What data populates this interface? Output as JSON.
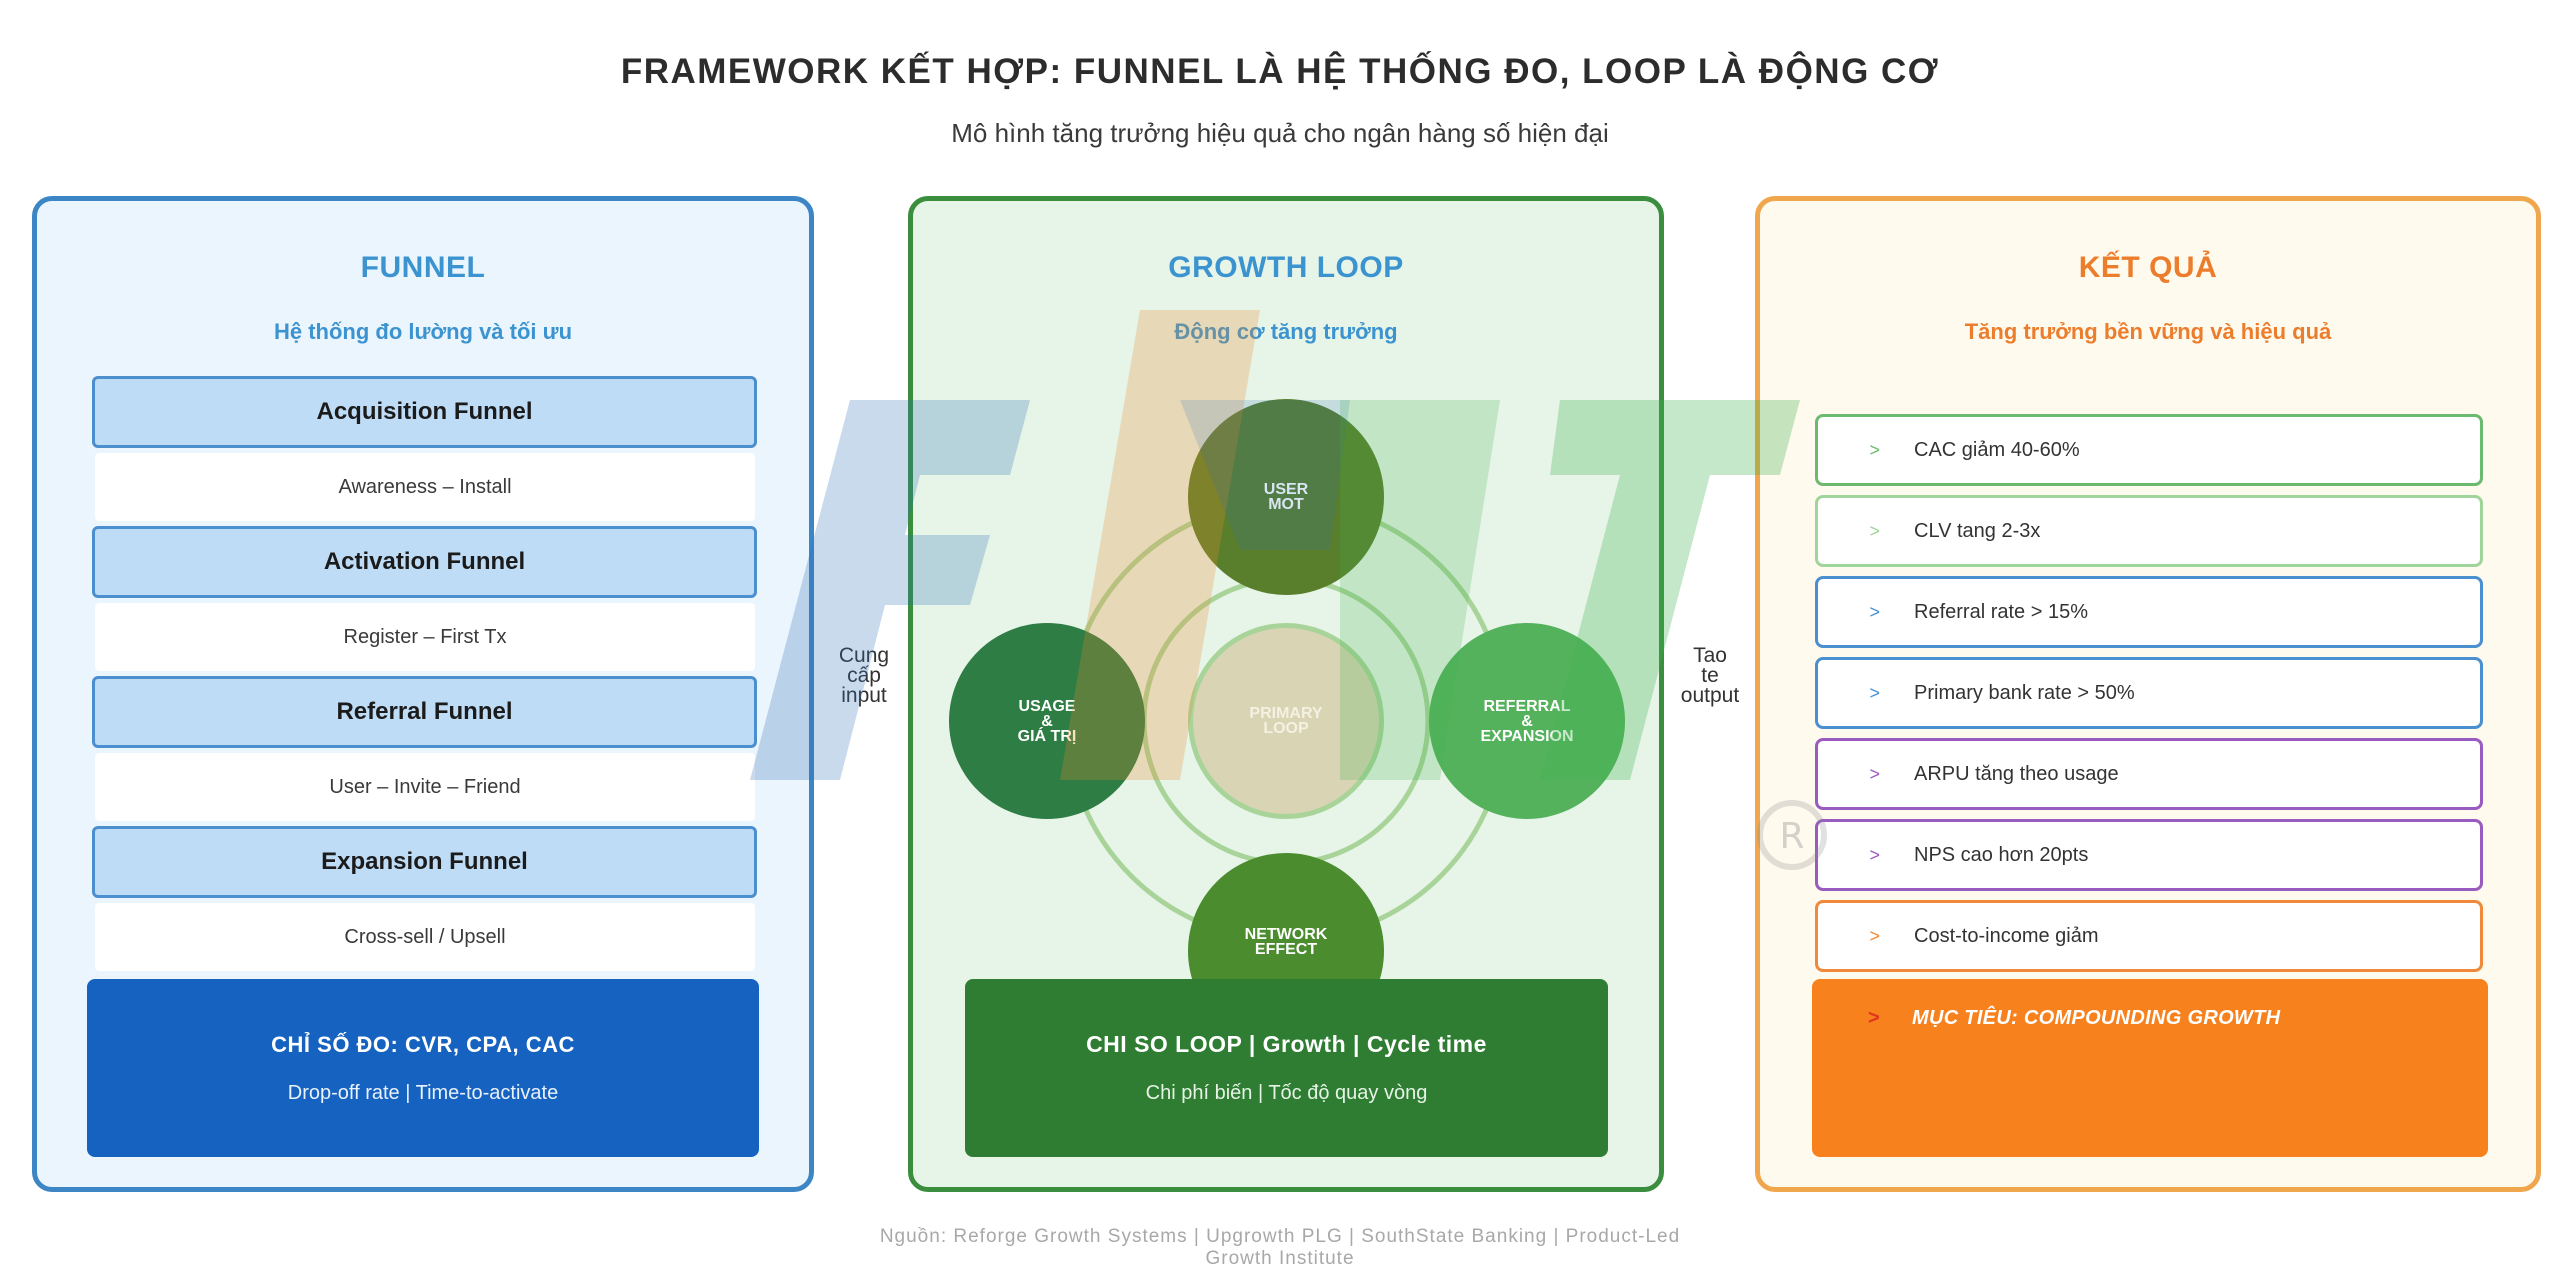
{
  "header": {
    "title": "FRAMEWORK KẾT HỢP: FUNNEL LÀ HỆ THỐNG ĐO, LOOP LÀ ĐỘNG CƠ",
    "subtitle": "Mô hình tăng trưởng hiệu quả cho ngân hàng số hiện đại"
  },
  "funnel": {
    "title": "FUNNEL",
    "subtitle": "Hệ thống đo lường và tối ưu",
    "stages": [
      {
        "name": "Acquisition Funnel",
        "desc": "Awareness – Install"
      },
      {
        "name": "Activation Funnel",
        "desc": "Register – First Tx"
      },
      {
        "name": "Referral Funnel",
        "desc": "User – Invite – Friend"
      },
      {
        "name": "Expansion Funnel",
        "desc": "Cross-sell / Upsell"
      }
    ],
    "metrics_title": "CHỈ SỐ ĐO: CVR, CPA, CAC",
    "metrics_sub": "Drop-off rate | Time-to-activate"
  },
  "connectors": {
    "left": [
      "Cung",
      "cấp",
      "input"
    ],
    "right": [
      "Tao",
      "te",
      "output"
    ]
  },
  "loop": {
    "title": "GROWTH LOOP",
    "subtitle": "Động cơ tăng trưởng",
    "nodes": {
      "top": [
        "USER",
        "MOT"
      ],
      "left": [
        "USAGE",
        "&",
        "GIÁ TRỊ"
      ],
      "center": [
        "PRIMARY",
        "LOOP"
      ],
      "right": [
        "REFERRAL",
        "&",
        "EXPANSION"
      ],
      "bottom": [
        "NETWORK",
        "EFFECT"
      ]
    },
    "colors": {
      "top": "#5a7f2c",
      "left": "#2e7d45",
      "center": "#d9d4b4",
      "right": "#55b25c",
      "bottom": "#4a8c2e",
      "ring": "#a8d49a"
    },
    "metrics_title": "CHI SO LOOP | Growth | Cycle time",
    "metrics_sub": "Chi phí biến | Tốc độ quay vòng"
  },
  "result": {
    "title": "KẾT QUẢ",
    "subtitle": "Tăng trưởng bền vững và hiệu quả",
    "items": [
      {
        "text": "CAC giảm 40-60%",
        "color": "#6cba6f"
      },
      {
        "text": "CLV tang 2-3x",
        "color": "#9fd49a"
      },
      {
        "text": "Referral rate > 15%",
        "color": "#4a8fd0"
      },
      {
        "text": "Primary bank rate > 50%",
        "color": "#4a8fd0"
      },
      {
        "text": "ARPU tăng theo usage",
        "color": "#9a5bc0"
      },
      {
        "text": "NPS cao hơn 20pts",
        "color": "#9a5bc0"
      },
      {
        "text": "Cost-to-income giảm",
        "color": "#f08a3a"
      }
    ],
    "arrow": ">",
    "target": "MỤC TIÊU: COMPOUNDING GROWTH"
  },
  "source": {
    "line1": "Nguồn: Reforge Growth Systems | Upgrowth PLG | SouthState Banking | Product-Led",
    "line2": "Growth Institute"
  },
  "watermark_icon": "fpt-logo-watermark"
}
